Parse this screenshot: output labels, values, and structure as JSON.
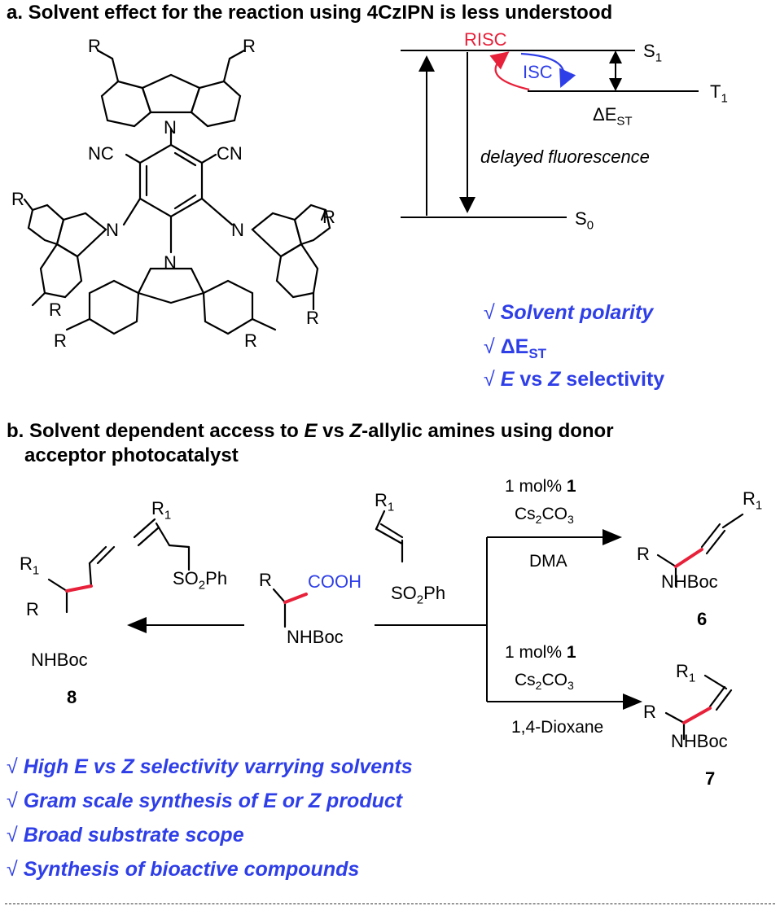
{
  "section_a": {
    "title": "a. Solvent effect for the reaction using 4CzIPN is less understood",
    "molecule": {
      "nc_left": "NC",
      "cn_right": "CN",
      "r": "R",
      "n": "N"
    },
    "jablonski": {
      "risc": "RISC",
      "isc": "ISC",
      "s1": "S",
      "s1_sub": "1",
      "t1": "T",
      "t1_sub": "1",
      "s0": "S",
      "s0_sub": "0",
      "delta_est": "ΔE",
      "delta_est_sub": "ST",
      "delayed": "delayed fluorescence"
    },
    "checks": [
      {
        "mark": "√",
        "text": "Solvent polarity"
      },
      {
        "mark": "√",
        "text": "ΔE",
        "sub": "ST"
      },
      {
        "mark": "√",
        "text_e": "E",
        "text_vs": " vs ",
        "text_z": "Z",
        "text_rest": " selectivity"
      }
    ]
  },
  "section_b": {
    "title_line1_pre": "b. Solvent dependent access to ",
    "title_e": "E",
    "title_mid": " vs ",
    "title_z": "Z",
    "title_line1_post": "-allylic amines using donor",
    "title_line2": "acceptor photocatalyst",
    "reactant": {
      "r": "R",
      "cooh": "COOH",
      "nhboc": "NHBoc"
    },
    "vinyl_sulfone": {
      "r1": "R",
      "r1_sub": "1",
      "so2ph": "SO",
      "so2ph_sub": "2",
      "so2ph_end": "Ph"
    },
    "allyl_sulfone": {
      "r1": "R",
      "r1_sub": "1",
      "so2ph": "SO",
      "so2ph_sub": "2",
      "so2ph_end": "Ph"
    },
    "product_8": {
      "r1": "R",
      "r1_sub": "1",
      "r": "R",
      "nhboc": "NHBoc",
      "label": "8"
    },
    "product_6": {
      "r1": "R",
      "r1_sub": "1",
      "r": "R",
      "nhboc": "NHBoc",
      "label": "6"
    },
    "product_7": {
      "r1": "R",
      "r1_sub": "1",
      "r": "R",
      "nhboc": "NHBoc",
      "label": "7"
    },
    "conditions_top": {
      "cat": "1 mol% ",
      "cat_num": "1",
      "base": "Cs",
      "base_sub": "2",
      "base_end": "CO",
      "base_sub2": "3",
      "solvent": "DMA"
    },
    "conditions_bottom": {
      "cat": "1 mol% ",
      "cat_num": "1",
      "base": "Cs",
      "base_sub": "2",
      "base_end": "CO",
      "base_sub2": "3",
      "solvent": "1,4-Dioxane"
    },
    "checks": [
      {
        "mark": "√",
        "text": "High E vs Z selectivity varrying solvents"
      },
      {
        "mark": "√",
        "text": " Gram scale synthesis of E or Z product"
      },
      {
        "mark": "√",
        "text": "Broad substrate scope"
      },
      {
        "mark": "√",
        "text": "Synthesis of bioactive compounds"
      }
    ]
  },
  "colors": {
    "blue": "#2f3fe8",
    "red": "#e8213a",
    "black": "#000000"
  }
}
